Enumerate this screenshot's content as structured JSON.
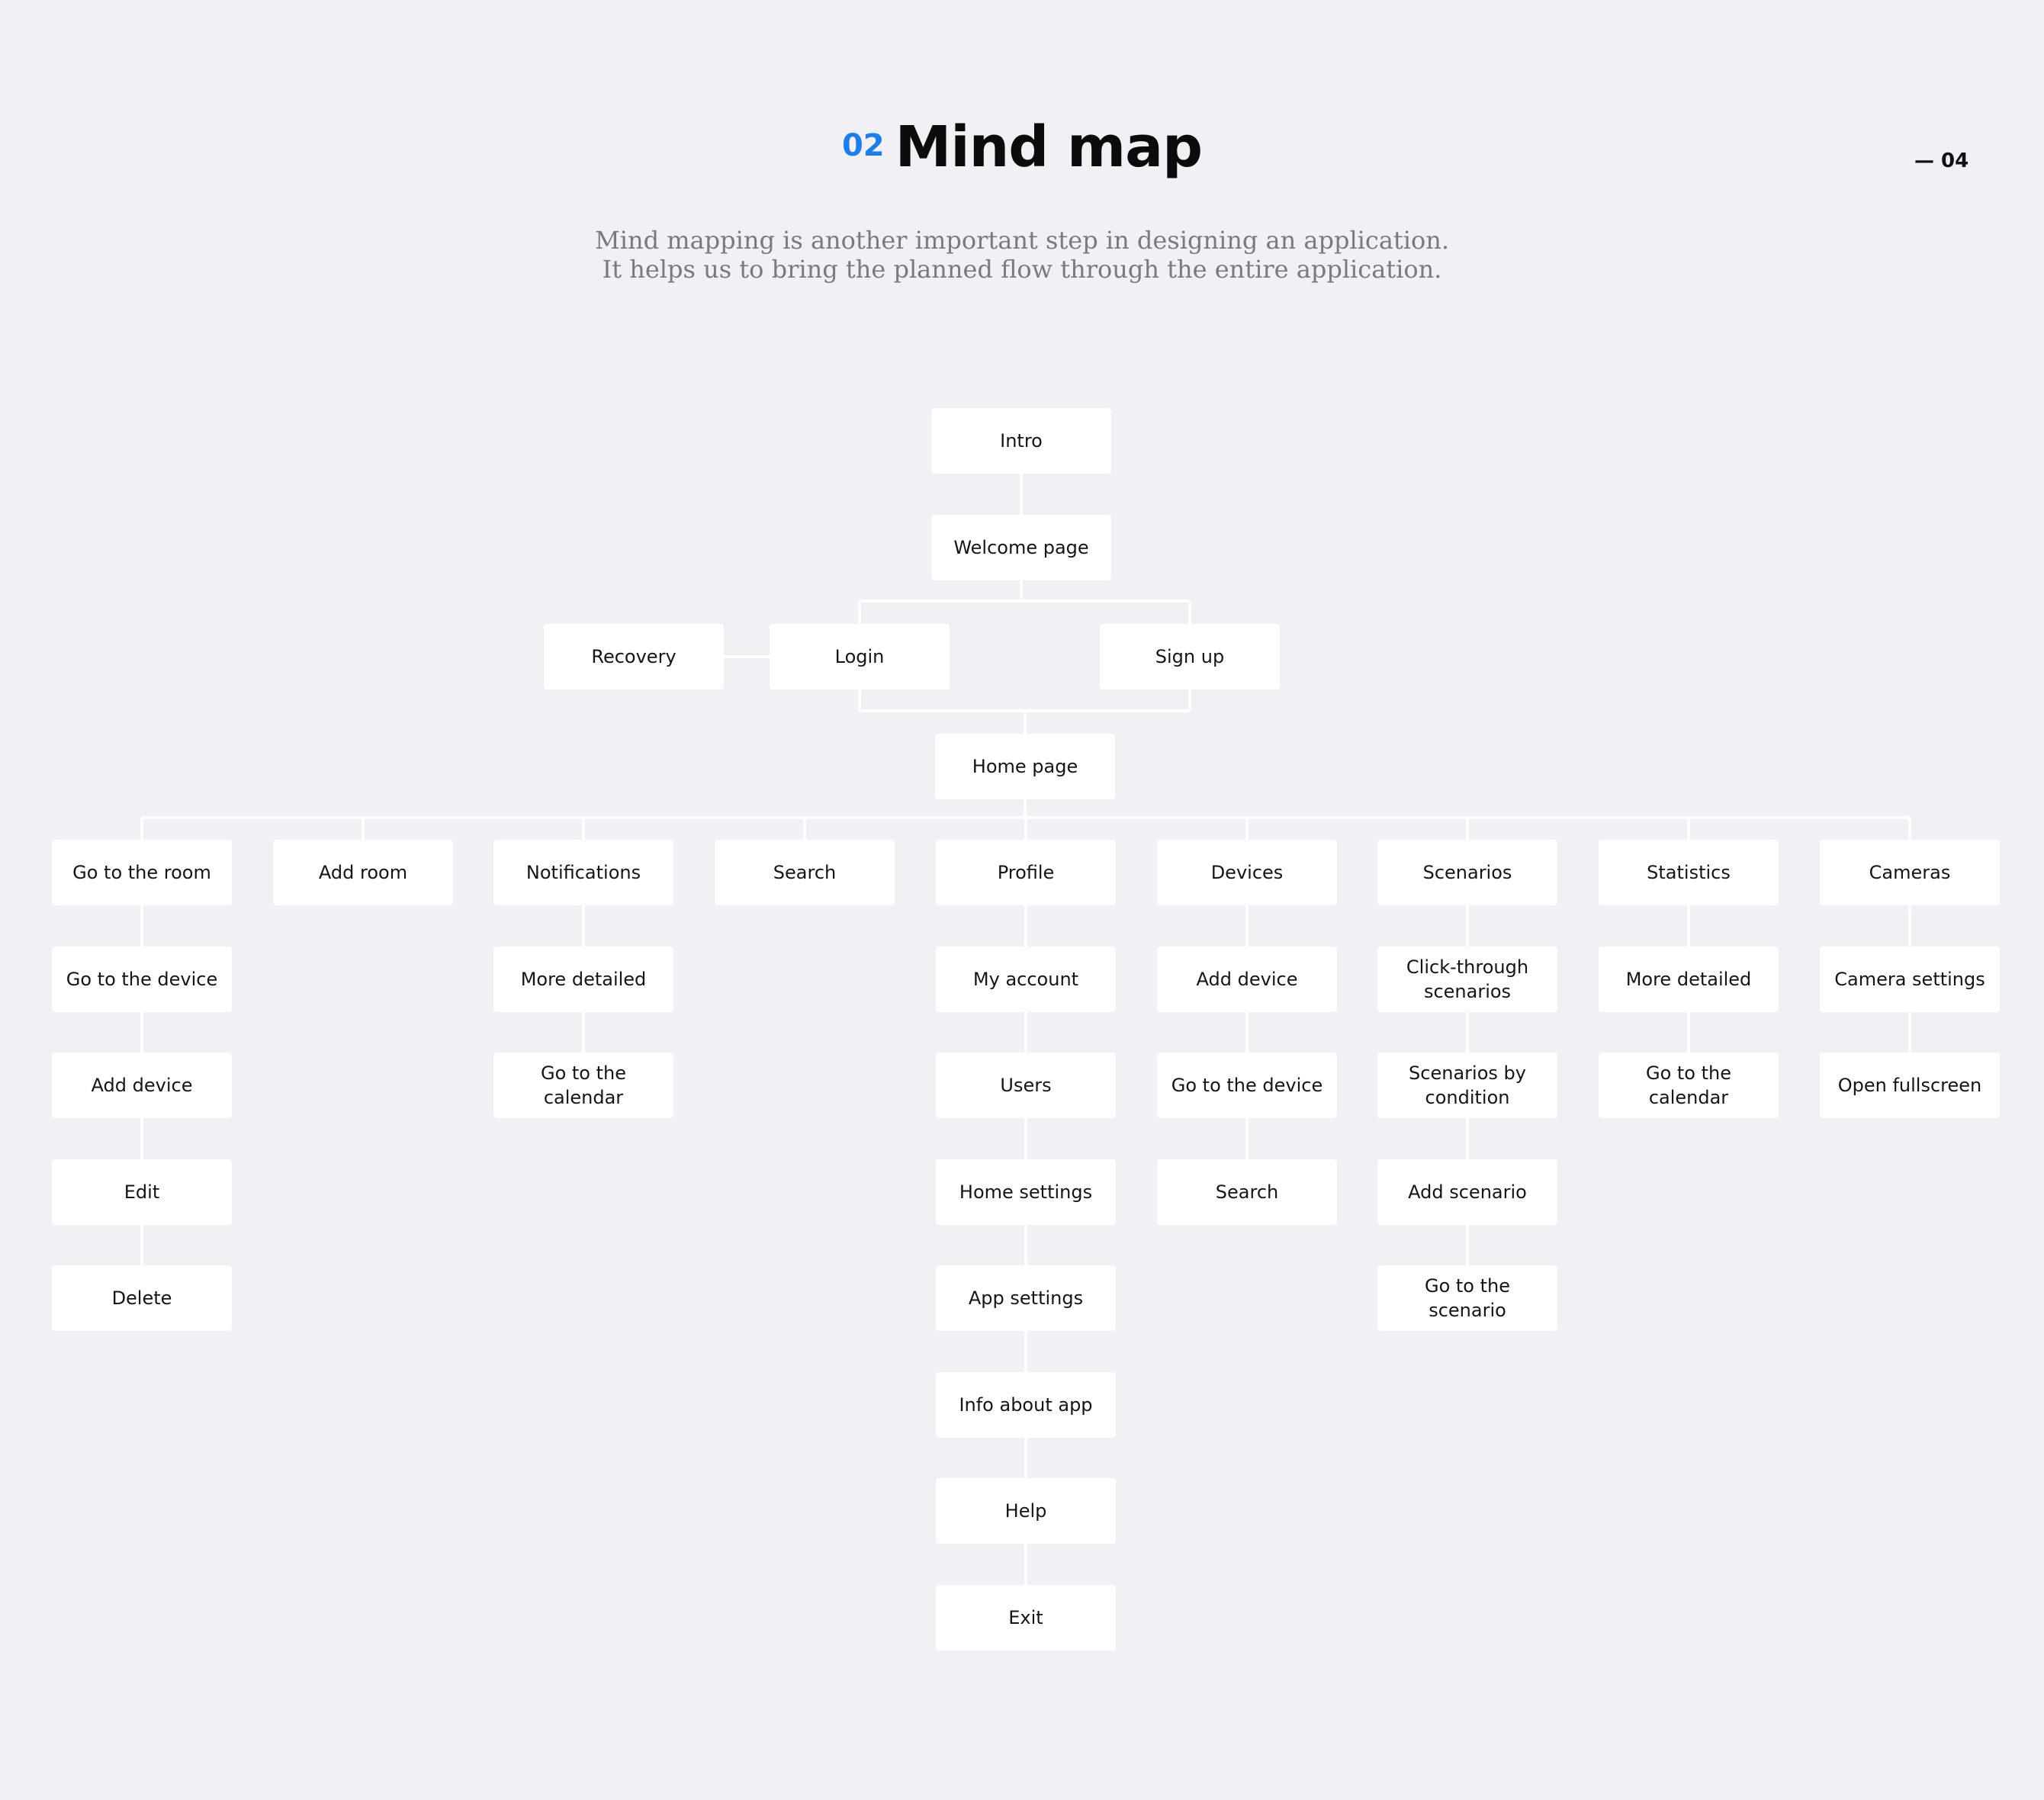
{
  "header": {
    "number": "02",
    "title": "Mind map",
    "page_number": "— 04",
    "subtitle_lines": [
      "Mind mapping is another important step in designing an application.",
      "It helps us to bring the planned flow through the entire application."
    ]
  },
  "mindmap": {
    "root": "Intro",
    "welcome": "Welcome page",
    "recovery": "Recovery",
    "login": "Login",
    "signup": "Sign up",
    "home": "Home page",
    "branches": [
      {
        "label": "Go to the room",
        "children": [
          "Go to the device",
          "Add device",
          "Edit",
          "Delete"
        ]
      },
      {
        "label": "Add room",
        "children": []
      },
      {
        "label": "Notifications",
        "children": [
          "More detailed",
          "Go to the calendar"
        ]
      },
      {
        "label": "Search",
        "children": []
      },
      {
        "label": "Profile",
        "children": [
          "My account",
          "Users",
          "Home settings",
          "App settings",
          "Info about app",
          "Help",
          "Exit"
        ]
      },
      {
        "label": "Devices",
        "children": [
          "Add device",
          "Go to the device",
          "Search"
        ]
      },
      {
        "label": "Scenarios",
        "children": [
          "Click-through scenarios",
          "Scenarios by condition",
          "Add scenario",
          "Go to the scenario"
        ]
      },
      {
        "label": "Statistics",
        "children": [
          "More detailed",
          "Go to the calendar"
        ]
      },
      {
        "label": "Cameras",
        "children": [
          "Camera settings",
          "Open fullscreen"
        ]
      }
    ]
  }
}
